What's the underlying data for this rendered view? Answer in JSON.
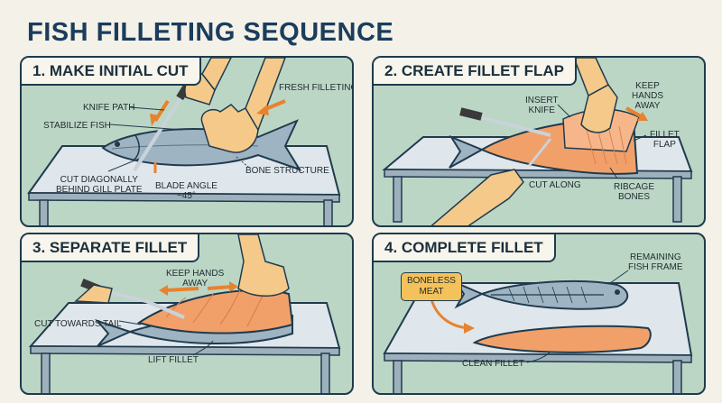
{
  "title": "FISH FILLETING SEQUENCE",
  "panels": [
    {
      "heading": "1. MAKE INITIAL CUT",
      "labels": {
        "knife_path": "KNIFE PATH",
        "stabilize": "STABILIZE FISH",
        "fresh": "FRESH FILLETING",
        "cut_diag_1": "CUT DIAGONALLY",
        "cut_diag_2": "BEHIND GILL PLATE",
        "blade_1": "BLADE ANGLE",
        "blade_2": "~45°",
        "bone": "BONE STRUCTURE"
      }
    },
    {
      "heading": "2. CREATE FILLET FLAP",
      "labels": {
        "insert_1": "INSERT",
        "insert_2": "KNIFE",
        "keep_1": "KEEP",
        "keep_2": "HANDS",
        "keep_3": "AWAY",
        "flap_1": "FILLET",
        "flap_2": "FLAP",
        "cut_along": "CUT ALONG",
        "rib_1": "RIBCAGE",
        "rib_2": "BONES"
      }
    },
    {
      "heading": "3. SEPARATE FILLET",
      "labels": {
        "keep_1": "KEEP HANDS",
        "keep_2": "AWAY",
        "cut_tail": "CUT TOWARDS TAIL",
        "lift": "LIFT FILLET"
      }
    },
    {
      "heading": "4. COMPLETE FILLET",
      "labels": {
        "boneless_1": "BONELESS",
        "boneless_2": "MEAT",
        "remain_1": "REMAINING",
        "remain_2": "FISH FRAME",
        "clean": "CLEAN FILLET"
      }
    }
  ],
  "colors": {
    "panel_bg": "#bcd6c6",
    "table_top": "#dfe6ec",
    "fillet": "#f2a06a",
    "arrow": "#e8822e",
    "outline": "#1f3b4d",
    "skin": "#f4c98a"
  }
}
